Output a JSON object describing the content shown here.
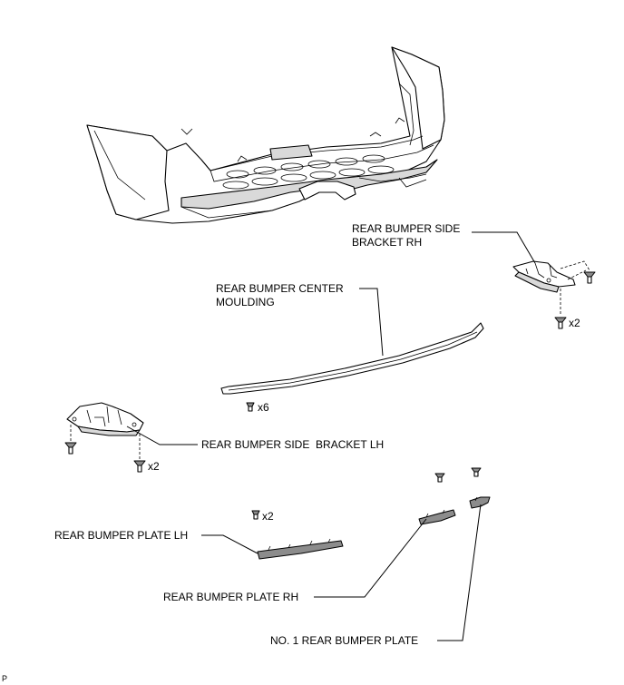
{
  "labels": {
    "side_bracket_rh_line1": "REAR BUMPER SIDE",
    "side_bracket_rh_line2": "BRACKET RH",
    "center_moulding_line1": "REAR BUMPER CENTER",
    "center_moulding_line2": "MOULDING",
    "side_bracket_lh": "REAR BUMPER SIDE  BRACKET LH",
    "plate_lh": "REAR BUMPER PLATE LH",
    "plate_rh": "REAR BUMPER PLATE RH",
    "no1_plate": "NO. 1 REAR BUMPER PLATE"
  },
  "quantities": {
    "rh_bracket_bolts": "x2",
    "moulding_clips": "x6",
    "lh_bracket_bolts": "x2",
    "plate_clips": "x2"
  },
  "figure_code": "P"
}
